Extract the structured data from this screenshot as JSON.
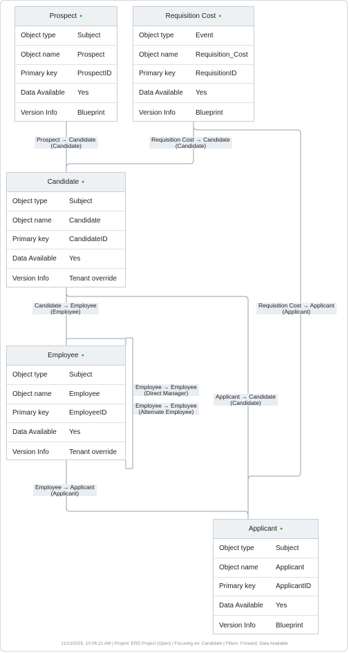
{
  "entities": {
    "prospect": {
      "name": "Prospect",
      "rows": [
        {
          "k": "Object type",
          "v": "Subject"
        },
        {
          "k": "Object name",
          "v": "Prospect"
        },
        {
          "k": "Primary key",
          "v": "ProspectID"
        },
        {
          "k": "Data Available",
          "v": "Yes"
        },
        {
          "k": "Version Info",
          "v": "Blueprint"
        }
      ]
    },
    "requisition_cost": {
      "name": "Requisition Cost",
      "rows": [
        {
          "k": "Object type",
          "v": "Event"
        },
        {
          "k": "Object name",
          "v": "Requisition_Cost"
        },
        {
          "k": "Primary key",
          "v": "RequisitionID"
        },
        {
          "k": "Data Available",
          "v": "Yes"
        },
        {
          "k": "Version Info",
          "v": "Blueprint"
        }
      ]
    },
    "candidate": {
      "name": "Candidate",
      "rows": [
        {
          "k": "Object type",
          "v": "Subject"
        },
        {
          "k": "Object name",
          "v": "Candidate"
        },
        {
          "k": "Primary key",
          "v": "CandidateID"
        },
        {
          "k": "Data Available",
          "v": "Yes"
        },
        {
          "k": "Version Info",
          "v": "Tenant override"
        }
      ]
    },
    "employee": {
      "name": "Employee",
      "rows": [
        {
          "k": "Object type",
          "v": "Subject"
        },
        {
          "k": "Object name",
          "v": "Employee"
        },
        {
          "k": "Primary key",
          "v": "EmployeeID"
        },
        {
          "k": "Data Available",
          "v": "Yes"
        },
        {
          "k": "Version Info",
          "v": "Tenant override"
        }
      ]
    },
    "applicant": {
      "name": "Applicant",
      "rows": [
        {
          "k": "Object type",
          "v": "Subject"
        },
        {
          "k": "Object name",
          "v": "Applicant"
        },
        {
          "k": "Primary key",
          "v": "ApplicantID"
        },
        {
          "k": "Data Available",
          "v": "Yes"
        },
        {
          "k": "Version Info",
          "v": "Blueprint"
        }
      ]
    }
  },
  "edges": {
    "prospect_candidate": {
      "line1": "Prospect → Candidate",
      "line2": "(Candidate)"
    },
    "reqcost_candidate": {
      "line1": "Requisition Cost → Candidate",
      "line2": "(Candidate)"
    },
    "candidate_employee": {
      "line1": "Candidate → Employee",
      "line2": "(Employee)"
    },
    "reqcost_applicant": {
      "line1": "Requisition Cost → Applicant",
      "line2": "(Applicant)"
    },
    "employee_manager": {
      "line1": "Employee → Employee",
      "line2": "(Direct Manager)"
    },
    "employee_alternate": {
      "line1": "Employee → Employee",
      "line2": "(Alternate Employee)"
    },
    "applicant_candidate": {
      "line1": "Applicant → Candidate",
      "line2": "(Candidate)"
    },
    "employee_applicant": {
      "line1": "Employee → Applicant",
      "line2": "(Applicant)"
    }
  },
  "footer": "11/13/2025, 10:06:21 AM | Project: ERD Project (Open) | Focusing on: Candidate | Filters: Forward, Data Available",
  "colors": {
    "status_dot": "#2eb82e",
    "edge": "#9aa0a6",
    "header_bg": "#eef1f4"
  }
}
